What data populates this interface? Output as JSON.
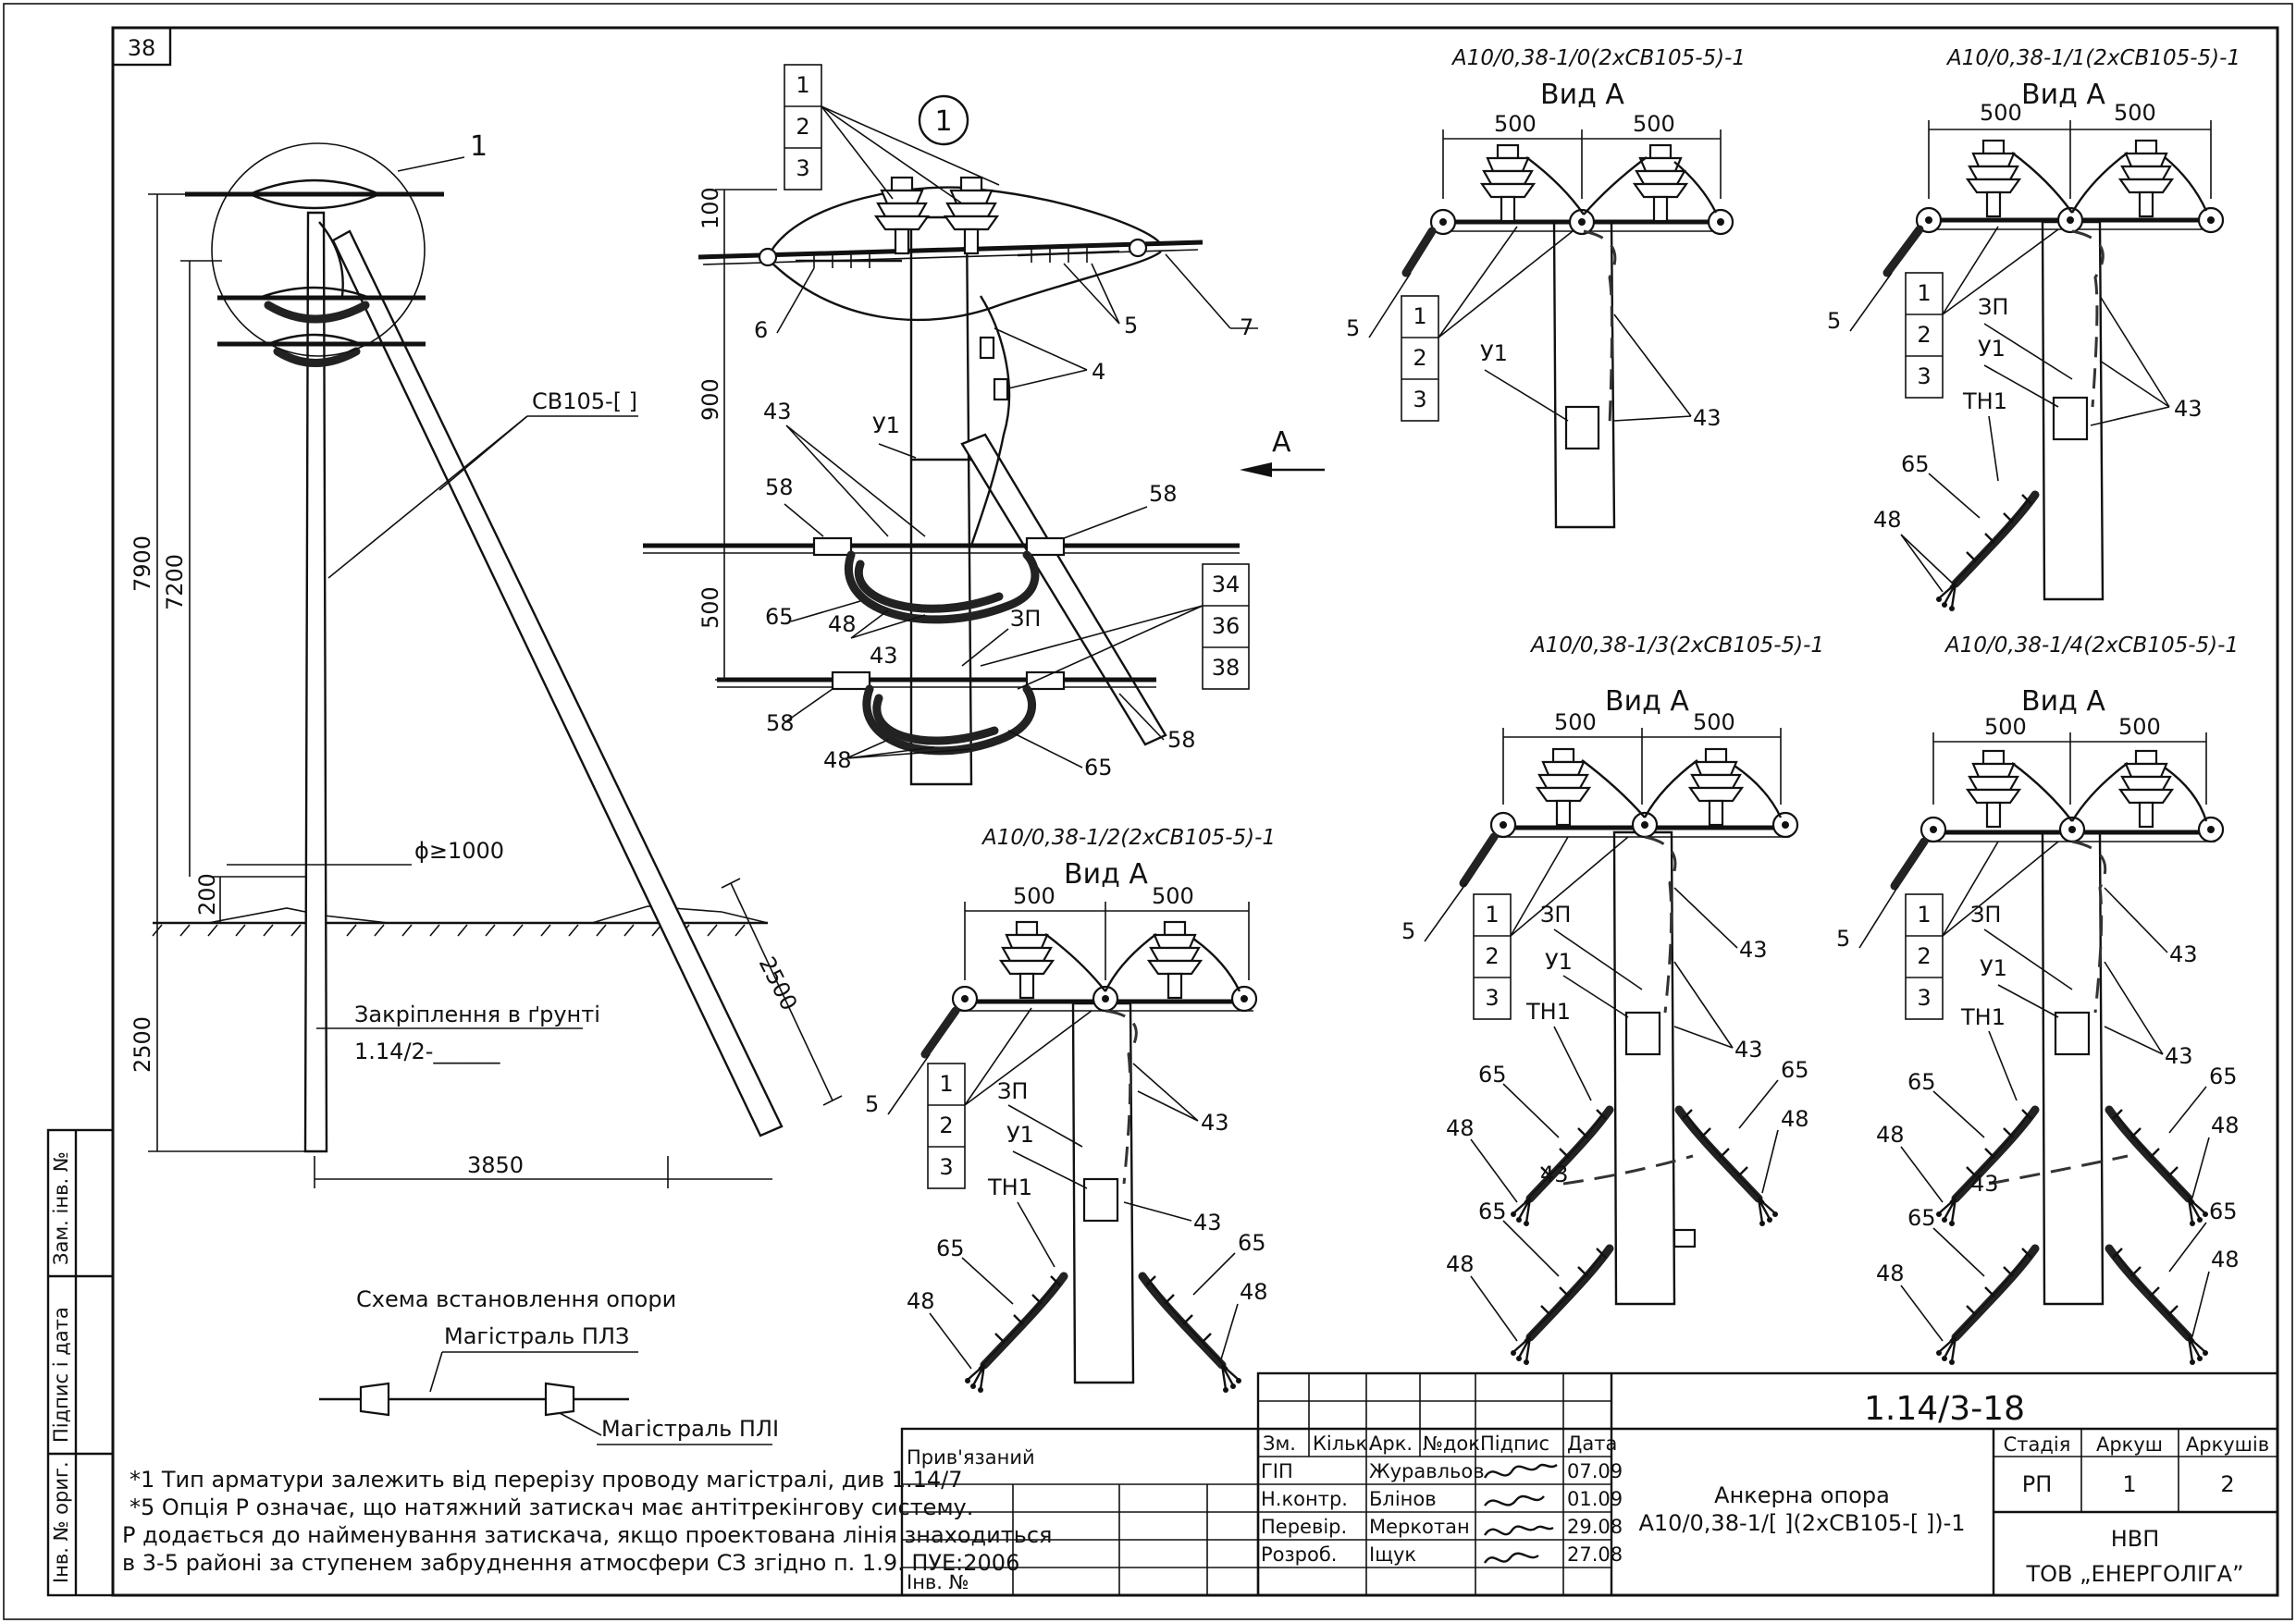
{
  "sheet": {
    "number": "38"
  },
  "side_stamps": [
    "Інв. № ориг.",
    "Підпис і дата",
    "Зам. інв. №"
  ],
  "general_view": {
    "callout": "1",
    "cable_label": "СВ105-[  ]",
    "dim_7900": "7900",
    "dim_7200": "7200",
    "dim_200": "200",
    "dim_2500_v": "2500",
    "dim_2500_strut": "2500",
    "dim_3850": "3850",
    "diameter": "ϕ≥1000",
    "fixing_label": "Закріплення в ґрунті",
    "fixing_ref": "1.14/2-______"
  },
  "detail_1": {
    "callout": "1",
    "dims": {
      "d100": "100",
      "d900": "900",
      "d500": "500"
    },
    "labels": {
      "p1": "1",
      "p2": "2",
      "p3": "3",
      "p4": "4",
      "p5": "5",
      "p6": "6",
      "p7": "7",
      "p43": "43",
      "y1": "У1",
      "p58a": "58",
      "p58b": "58",
      "p58c": "58",
      "p58d": "58",
      "p65a": "65",
      "p65b": "65",
      "p48a": "48",
      "p48b": "48",
      "p43b": "43",
      "zp": "ЗП",
      "p34": "34",
      "p36": "36",
      "p38": "38"
    },
    "arrow_label": "А"
  },
  "views": [
    {
      "code": "А10/0,38-1/0(2хСВ105-5)-1",
      "title": "Вид А",
      "d_left": "500",
      "d_right": "500",
      "labels": {
        "p5": "5",
        "p1": "1",
        "p2": "2",
        "p3": "3",
        "y1": "У1",
        "p43": "43"
      }
    },
    {
      "code": "А10/0,38-1/1(2хСВ105-5)-1",
      "title": "Вид А",
      "d_left": "500",
      "d_right": "500",
      "labels": {
        "p5": "5",
        "p1": "1",
        "p2": "2",
        "p3": "3",
        "zp": "ЗП",
        "y1": "У1",
        "tn1": "ТН1",
        "p43": "43",
        "p65": "65",
        "p48": "48"
      }
    },
    {
      "code": "А10/0,38-1/2(2хСВ105-5)-1",
      "title": "Вид А",
      "d_left": "500",
      "d_right": "500",
      "labels": {
        "p5": "5",
        "p1": "1",
        "p2": "2",
        "p3": "3",
        "zp": "ЗП",
        "y1": "У1",
        "tn1": "ТН1",
        "p43a": "43",
        "p43b": "43",
        "p65a": "65",
        "p65b": "65",
        "p48a": "48",
        "p48b": "48"
      }
    },
    {
      "code": "А10/0,38-1/3(2хСВ105-5)-1",
      "title": "Вид А",
      "d_left": "500",
      "d_right": "500",
      "labels": {
        "p5": "5",
        "p1": "1",
        "p2": "2",
        "p3": "3",
        "zp": "ЗП",
        "y1": "У1",
        "tn1": "ТН1",
        "p43a": "43",
        "p43b": "43",
        "p43c": "43",
        "p65a": "65",
        "p65b": "65",
        "p65c": "65",
        "p48a": "48",
        "p48b": "48",
        "p48c": "48"
      }
    },
    {
      "code": "А10/0,38-1/4(2хСВ105-5)-1",
      "title": "Вид А",
      "d_left": "500",
      "d_right": "500",
      "labels": {
        "p5": "5",
        "p1": "1",
        "p2": "2",
        "p3": "3",
        "zp": "ЗП",
        "y1": "У1",
        "tn1": "ТН1",
        "p43a": "43",
        "p43b": "43",
        "p43c": "43",
        "p65a": "65",
        "p65b": "65",
        "p65c": "65",
        "p65d": "65",
        "p48a": "48",
        "p48b": "48",
        "p48c": "48",
        "p48d": "48"
      }
    }
  ],
  "scheme": {
    "title": "Схема встановлення опори",
    "main_lz": "Магістраль ПЛЗ",
    "main_li": "Магістраль ПЛІ"
  },
  "notes": [
    "*1 Тип арматури залежить від перерізу проводу магістралі, див 1.14/7",
    "*5 Опція Р означає, що натяжний затискач має антітрекінгову систему.",
    "Р додається до найменування затискача, якщо проектована лінія знаходиться",
    "в 3-5 районі за ступенем забруднення атмосфери СЗ згідно п. 1.9. ПУЕ:2006"
  ],
  "title_block": {
    "bound": "Прив'язаний",
    "inv_no": "Інв. №",
    "doc_code": "1.14/3-18",
    "headers": [
      "Зм.",
      "Кільк.",
      "Арк.",
      "№док.",
      "Підпис",
      "Дата"
    ],
    "roles": [
      {
        "role": "ГІП",
        "name": "Журавльов",
        "date": "07.09"
      },
      {
        "role": "Н.контр.",
        "name": "Блінов",
        "date": "01.09"
      },
      {
        "role": "Перевір.",
        "name": "Меркотан",
        "date": "29.08"
      },
      {
        "role": "Розроб.",
        "name": "Іщук",
        "date": "27.08"
      }
    ],
    "desc_line1": "Анкерна опора",
    "desc_line2": "А10/0,38-1/[  ](2хСВ105-[  ])-1",
    "stage_label": "Стадія",
    "sheet_label": "Аркуш",
    "sheets_label": "Аркушів",
    "stage": "РП",
    "sheet": "1",
    "sheets": "2",
    "org_line1": "НВП",
    "org_line2": "ТОВ „ЕНЕРГОЛІГА”"
  }
}
